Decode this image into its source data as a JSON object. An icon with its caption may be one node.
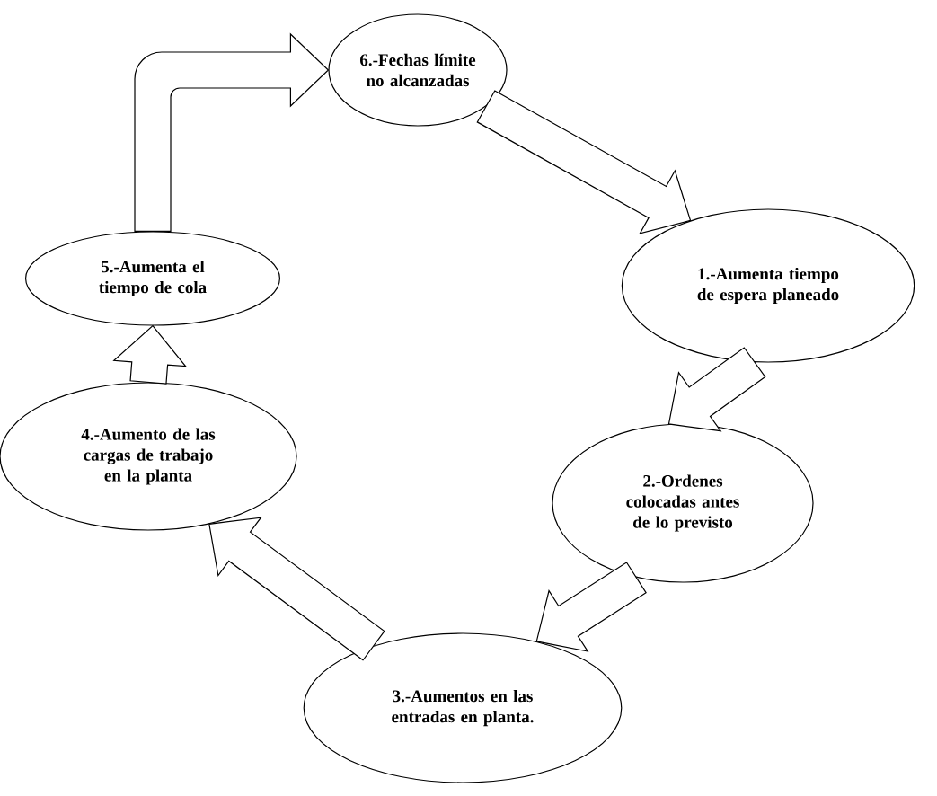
{
  "diagram": {
    "nodes": [
      {
        "text": [
          "6.-Fechas límite no alcanzadas"
        ]
      },
      {
        "text": [
          "5.-Aumenta el tiempo de cola"
        ]
      },
      {
        "text": [
          "1.-Aumenta tiempo de espera planeado"
        ]
      },
      {
        "text": [
          "4.-Aumento de las cargas de trabajo en la planta"
        ]
      },
      {
        "text": [
          "2.-Ordenes colocadas antes de lo previsto"
        ]
      },
      {
        "text": [
          "3.-Aumentos en las entradas en planta."
        ]
      }
    ],
    "edges": [
      {
        "from": 0,
        "to": 2,
        "arrow": "to"
      },
      {
        "from": 2,
        "to": 4,
        "arrow": "to"
      },
      {
        "from": 4,
        "to": 5,
        "arrow": "to"
      },
      {
        "from": 5,
        "to": 3,
        "arrow": "to"
      },
      {
        "from": 3,
        "to": 1,
        "arrow": "to"
      },
      {
        "from": 1,
        "to": 0,
        "arrow": "to"
      }
    ]
  }
}
